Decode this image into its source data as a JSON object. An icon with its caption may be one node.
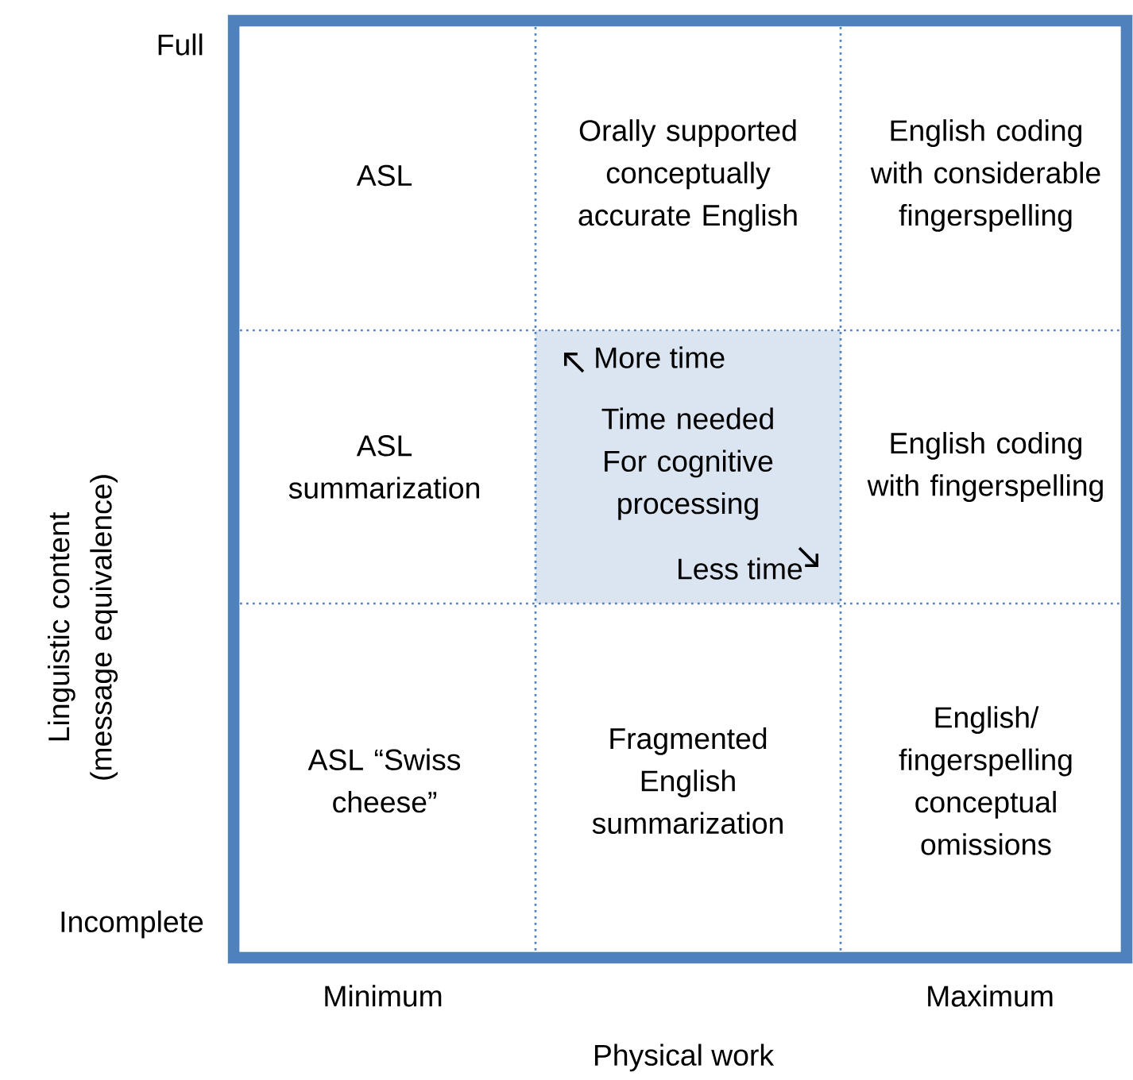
{
  "diagram": {
    "nodes": [
      {
        "text": [
          "ASL"
        ]
      },
      {
        "text": [
          "Orally supported conceptually accurate English"
        ]
      },
      {
        "text": [
          "English coding with considerable fingerspelling"
        ]
      },
      {
        "text": [
          "ASL summarization"
        ]
      },
      {
        "text": [
          "More time",
          "Time needed For cognitive processing",
          "Less time"
        ]
      },
      {
        "text": [
          "English coding with fingerspelling"
        ]
      },
      {
        "text": [
          "ASL “Swiss cheese”"
        ]
      },
      {
        "text": [
          "Fragmented English summarization"
        ]
      },
      {
        "text": [
          "English/ fingerspelling conceptual omissions"
        ]
      }
    ],
    "labels": [
      "Full",
      "Linguistic content (message equivalence)",
      "Incomplete",
      "Minimum",
      "Maximum",
      "Physical work"
    ]
  }
}
